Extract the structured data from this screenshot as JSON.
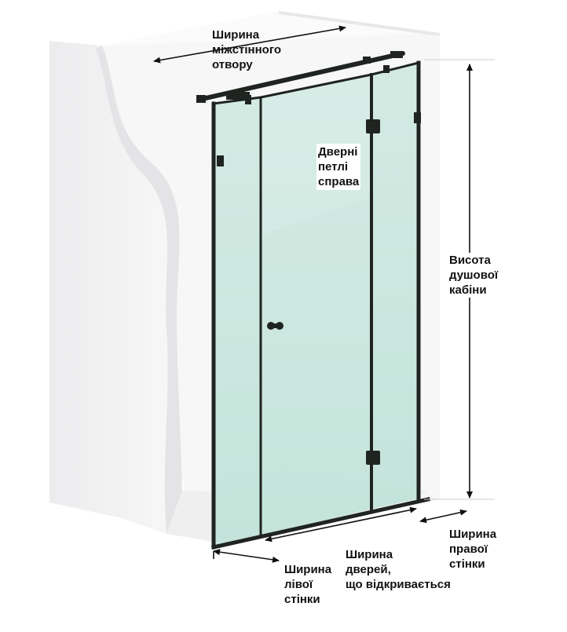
{
  "labels": {
    "opening_width": [
      "Ширина",
      "міжстінного",
      "отвору"
    ],
    "door_hinges": [
      "Дверні",
      "петлі",
      "справа"
    ],
    "cabin_height": [
      "Висота",
      "душової",
      "кабіни"
    ],
    "right_wall_width": [
      "Ширина",
      "правої",
      "стінки"
    ],
    "door_width": [
      "Ширина",
      "дверей,",
      "що відкривається"
    ],
    "left_wall_width": [
      "Ширина",
      "лівої",
      "стінки"
    ]
  },
  "colors": {
    "frame": "#1f2421",
    "glass": "#c8e6dc",
    "wall": "#f4f4f5",
    "wall_shadow": "#e2e2e4",
    "arrow": "#111111"
  },
  "icons": [
    "wall-mount-bracket-icon",
    "door-hinge-icon",
    "door-knob-icon",
    "dimension-arrow-icon"
  ]
}
